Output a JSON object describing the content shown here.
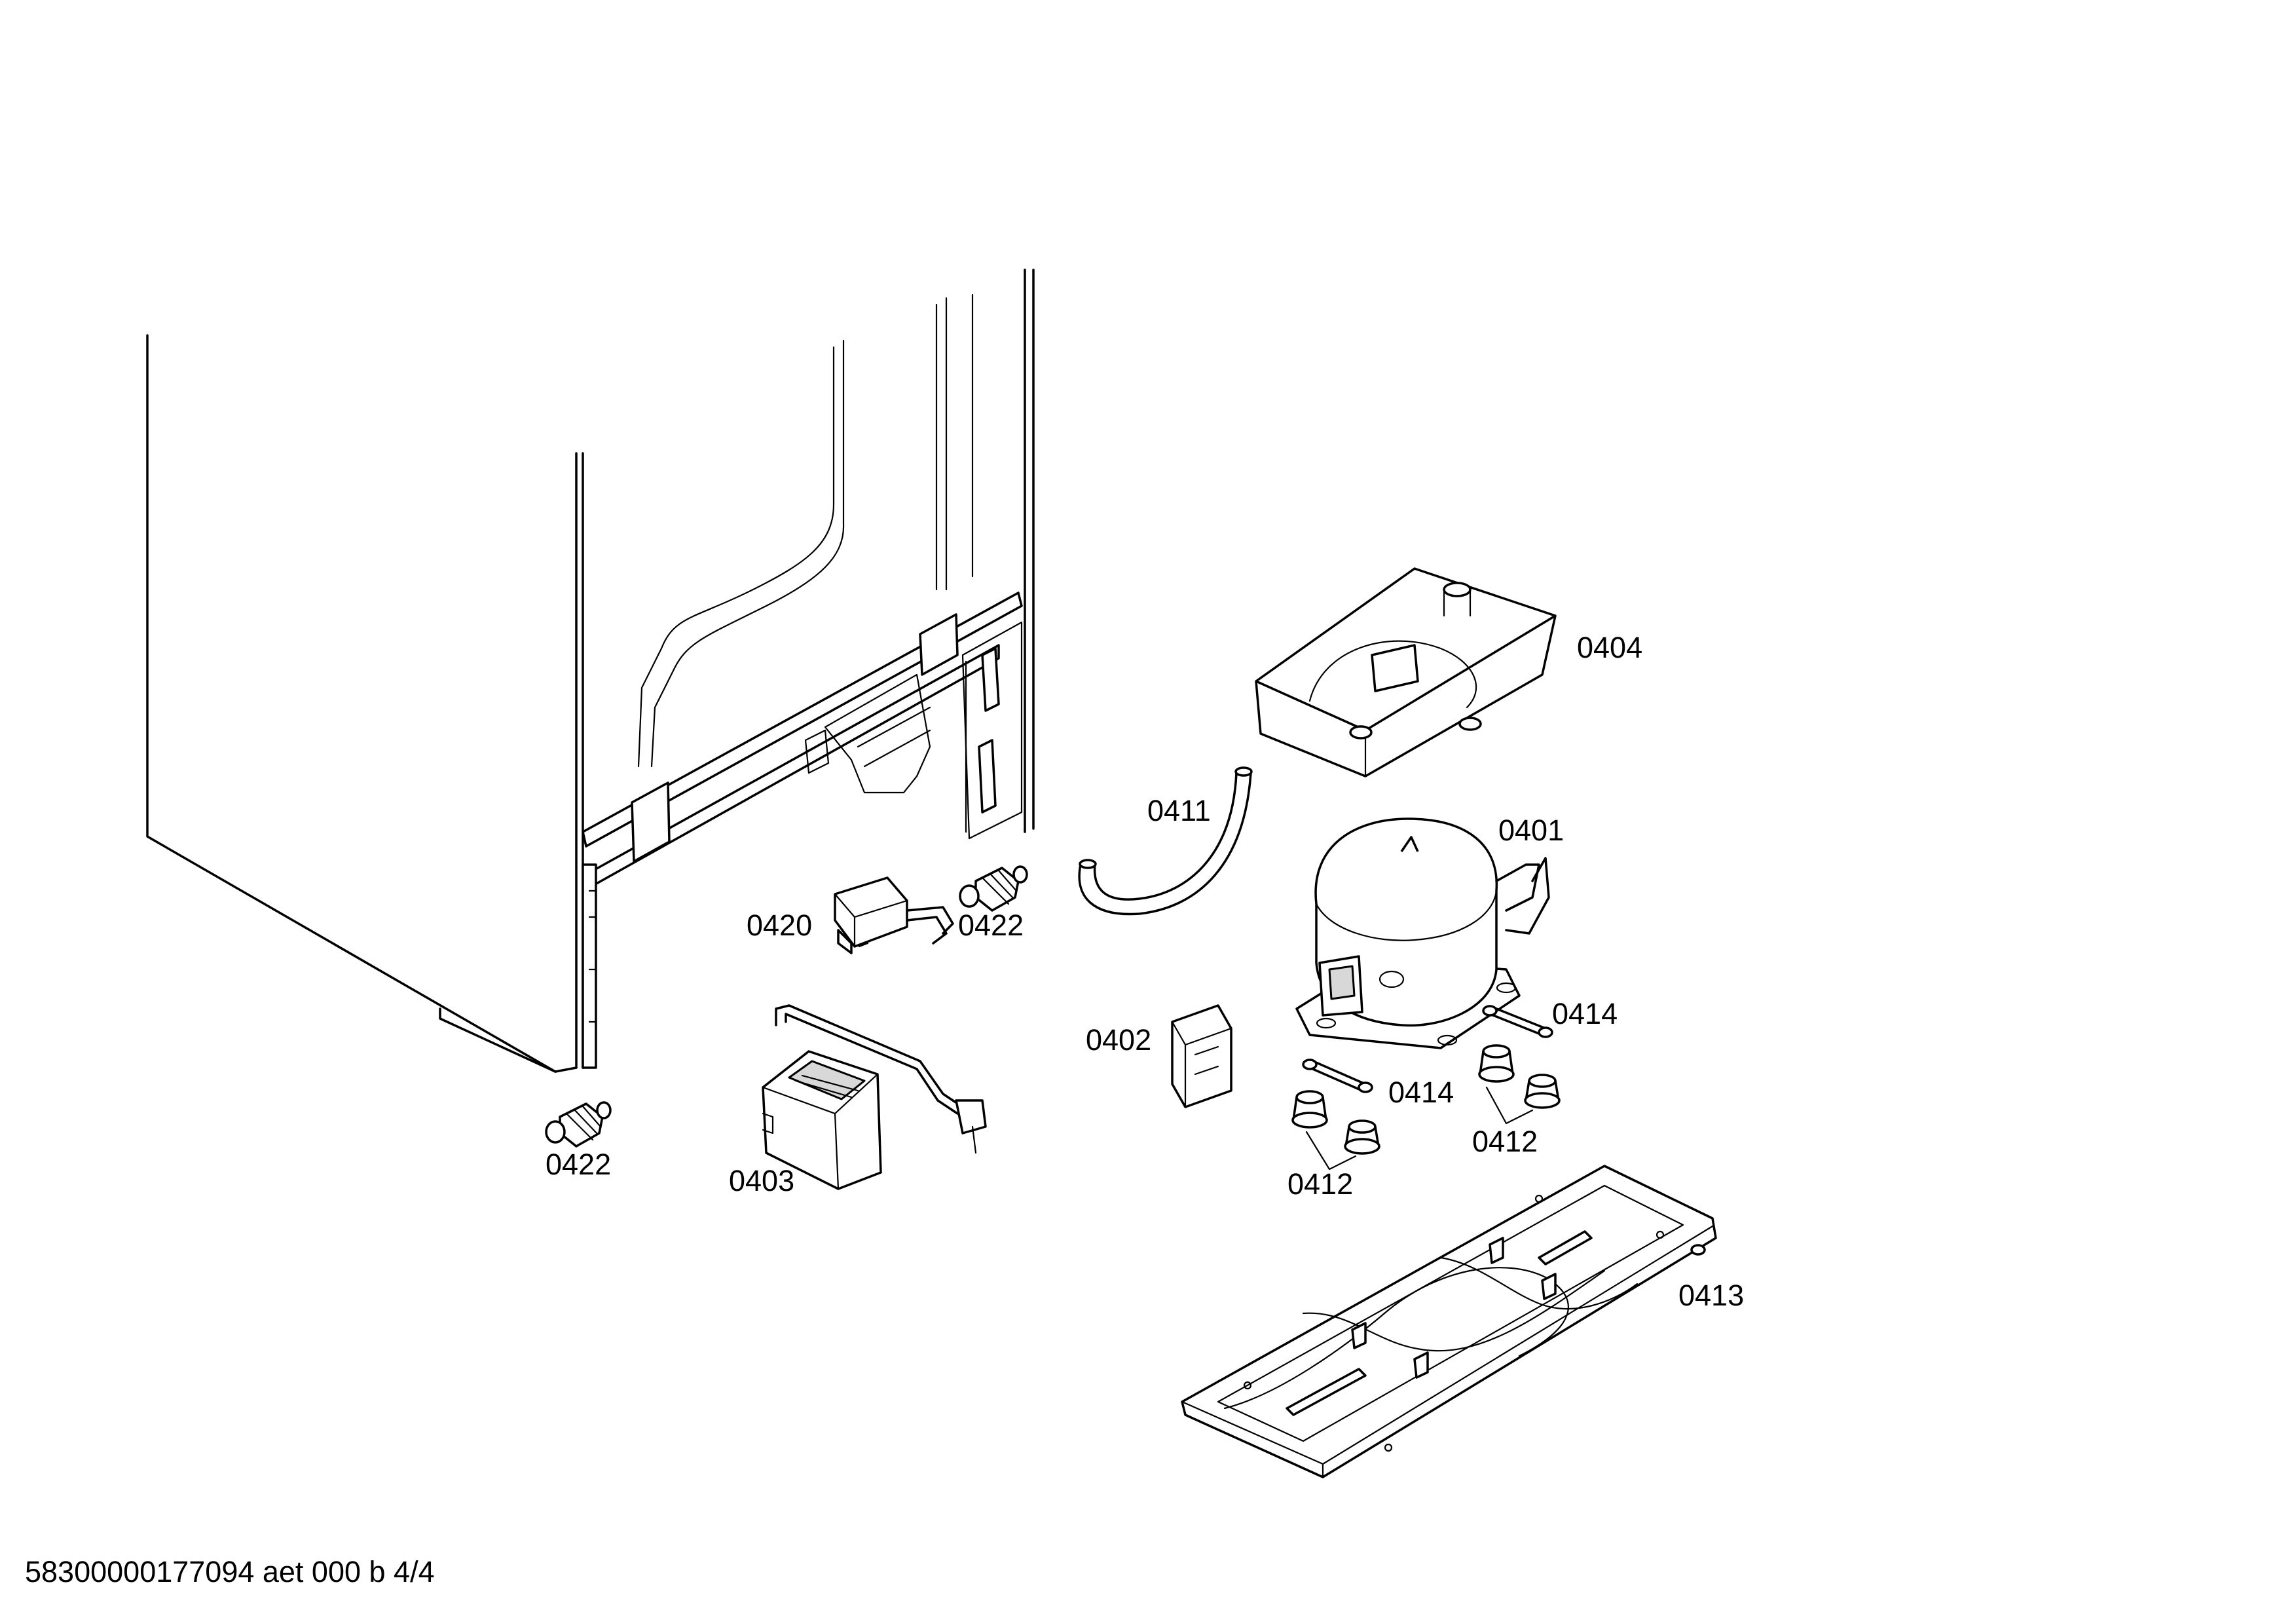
{
  "parts": {
    "p0401": "0401",
    "p0402": "0402",
    "p0403": "0403",
    "p0404": "0404",
    "p0411": "0411",
    "p0412a": "0412",
    "p0412b": "0412",
    "p0413": "0413",
    "p0414a": "0414",
    "p0414b": "0414",
    "p0420": "0420",
    "p0422a": "0422",
    "p0422b": "0422"
  },
  "footer": {
    "doc_id": "58300000177094 aet 000 b 4/4"
  }
}
